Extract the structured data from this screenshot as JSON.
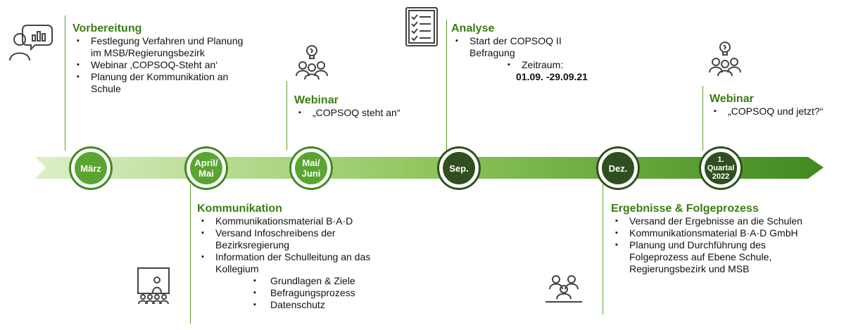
{
  "milestones": [
    {
      "id": "maerz",
      "lines": [
        "März"
      ]
    },
    {
      "id": "april",
      "lines": [
        "April/",
        "Mai"
      ]
    },
    {
      "id": "mai",
      "lines": [
        "Mai/",
        "Juni"
      ]
    },
    {
      "id": "sep",
      "lines": [
        "Sep."
      ]
    },
    {
      "id": "dez",
      "lines": [
        "Dez."
      ]
    },
    {
      "id": "quartal",
      "lines": [
        "1.",
        "Quartal",
        "2022"
      ]
    }
  ],
  "vorbereitung": {
    "title": "Vorbereitung",
    "items": [
      "Festlegung Verfahren und Planung im MSB/Regierungsbezirk",
      "Webinar ‚COPSOQ-Steht an‘",
      "Planung der Kommunikation an Schule"
    ]
  },
  "webinar1": {
    "title": "Webinar",
    "items": [
      "„COPSOQ steht an“"
    ]
  },
  "analyse": {
    "title": "Analyse",
    "item": "Start der COPSOQ II Befragung",
    "sub_label": "Zeitraum:",
    "sub_value": "01.09. -29.09.21"
  },
  "webinar2": {
    "title": "Webinar",
    "items": [
      "„COPSOQ und jetzt?“"
    ]
  },
  "kommunikation": {
    "title": "Kommunikation",
    "items": [
      "Kommunikationsmaterial B·A·D",
      "Versand Infoschreibens der Bezirksregierung",
      "Information der Schulleitung an das Kollegium"
    ],
    "subitems": [
      "Grundlagen & Ziele",
      "Befragungsprozess",
      "Datenschutz"
    ]
  },
  "ergebnisse": {
    "title": "Ergebnisse & Folgeprozess",
    "items": [
      "Versand der Ergebnisse an die Schulen",
      "Kommunikationsmaterial B·A·D GmbH",
      "Planung und Durchführung des Folgeprozess auf Ebene Schule, Regierungsbezirk und MSB"
    ]
  },
  "icons": [
    "presenter-chart-icon",
    "checklist-icon",
    "idea-group-icon",
    "classroom-icon",
    "team-icon"
  ],
  "colors": {
    "accent": "#3a7d12",
    "arrow_light": "#c8e3a8",
    "arrow_dark": "#5aa530",
    "dark_circle": "#2f4f1e"
  }
}
